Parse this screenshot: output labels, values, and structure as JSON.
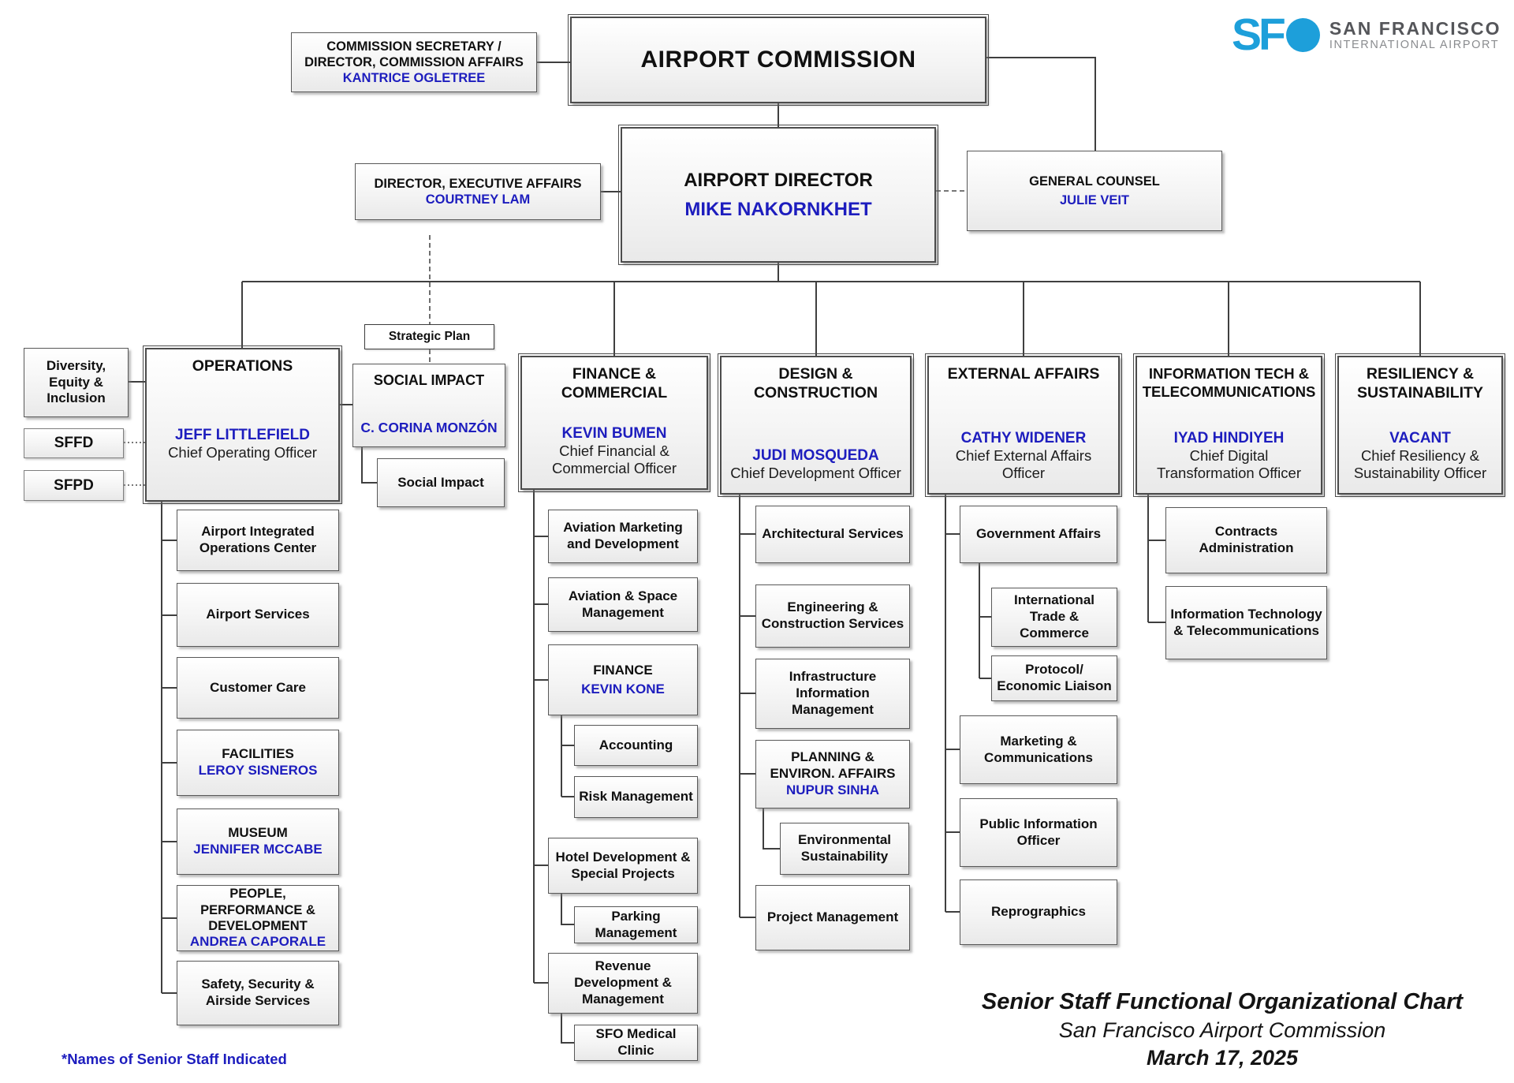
{
  "logo": {
    "sfo_text": "SF",
    "airport_name_line1": "SAN FRANCISCO",
    "airport_name_line2": "INTERNATIONAL AIRPORT",
    "brand_blue": "#1d9fda"
  },
  "top": {
    "commission_secretary": {
      "title": "COMMISSION SECRETARY / DIRECTOR, COMMISSION AFFAIRS",
      "name": "KANTRICE OGLETREE"
    },
    "airport_commission": {
      "title": "AIRPORT COMMISSION"
    },
    "director_executive_affairs": {
      "title": "DIRECTOR, EXECUTIVE AFFAIRS",
      "name": "COURTNEY LAM"
    },
    "airport_director": {
      "title": "AIRPORT DIRECTOR",
      "name": "MIKE NAKORNKHET"
    },
    "general_counsel": {
      "title": "GENERAL COUNSEL",
      "name": "JULIE VEIT"
    }
  },
  "left": {
    "dei": {
      "title": "Diversity, Equity & Inclusion"
    },
    "sffd": {
      "title": "SFFD"
    },
    "sfpd": {
      "title": "SFPD"
    },
    "strategic_plan": {
      "title": "Strategic Plan"
    },
    "social_impact": {
      "title": "SOCIAL IMPACT",
      "name": "C. CORINA MONZÓN"
    },
    "social_impact_unit": {
      "title": "Social Impact"
    }
  },
  "divisions": {
    "operations": {
      "title": "OPERATIONS",
      "name": "JEFF LITTLEFIELD",
      "role": "Chief Operating Officer",
      "units": [
        {
          "title": "Airport Integrated Operations Center"
        },
        {
          "title": "Airport Services"
        },
        {
          "title": "Customer Care"
        },
        {
          "title": "FACILITIES",
          "name": "LEROY SISNEROS"
        },
        {
          "title": "MUSEUM",
          "name": "JENNIFER MCCABE"
        },
        {
          "title": "PEOPLE, PERFORMANCE & DEVELOPMENT",
          "name": "ANDREA CAPORALE"
        },
        {
          "title": "Safety, Security & Airside Services"
        }
      ]
    },
    "finance": {
      "title": "FINANCE & COMMERCIAL",
      "name": "KEVIN BUMEN",
      "role": "Chief Financial & Commercial Officer",
      "units": [
        {
          "title": "Aviation Marketing and Development"
        },
        {
          "title": "Aviation & Space Management"
        },
        {
          "title": "FINANCE",
          "name": "KEVIN KONE"
        },
        {
          "title": "Accounting"
        },
        {
          "title": "Risk Management"
        },
        {
          "title": "Hotel Development & Special Projects"
        },
        {
          "title": "Parking Management"
        },
        {
          "title": "Revenue Development & Management"
        },
        {
          "title": "SFO Medical Clinic"
        }
      ]
    },
    "design": {
      "title": "DESIGN & CONSTRUCTION",
      "name": "JUDI MOSQUEDA",
      "role": "Chief Development Officer",
      "units": [
        {
          "title": "Architectural Services"
        },
        {
          "title": "Engineering & Construction Services"
        },
        {
          "title": "Infrastructure Information Management"
        },
        {
          "title": "PLANNING & ENVIRON. AFFAIRS",
          "name": "NUPUR SINHA"
        },
        {
          "title": "Environmental Sustainability"
        },
        {
          "title": "Project Management"
        }
      ]
    },
    "external": {
      "title": "EXTERNAL AFFAIRS",
      "name": "CATHY WIDENER",
      "role": "Chief External Affairs Officer",
      "units": [
        {
          "title": "Government Affairs"
        },
        {
          "title": "International Trade & Commerce"
        },
        {
          "title": "Protocol/ Economic Liaison"
        },
        {
          "title": "Marketing & Communications"
        },
        {
          "title": "Public Information Officer"
        },
        {
          "title": "Reprographics"
        }
      ]
    },
    "infotech": {
      "title": "INFORMATION TECH & TELECOMMUNICATIONS",
      "name": "IYAD HINDIYEH",
      "role": "Chief Digital Transformation Officer",
      "units": [
        {
          "title": "Contracts Administration"
        },
        {
          "title": "Information Technology & Telecommunications"
        }
      ]
    },
    "resiliency": {
      "title": "RESILIENCY & SUSTAINABILITY",
      "name": "VACANT",
      "role": "Chief Resiliency & Sustainability Officer",
      "units": []
    }
  },
  "footnote": "*Names of Senior Staff Indicated",
  "caption": {
    "title": "Senior Staff Functional Organizational Chart",
    "subtitle": "San Francisco Airport Commission",
    "date": "March 17, 2025"
  }
}
